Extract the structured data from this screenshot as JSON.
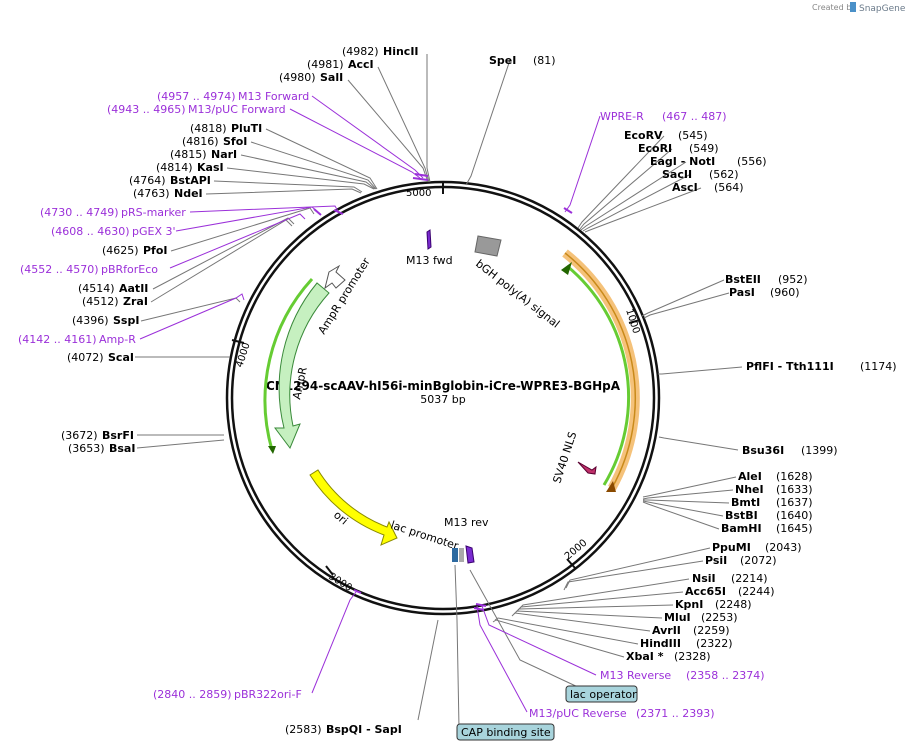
{
  "plasmid": {
    "name": "CN1294-scAAV-hI56i-minBglobin-iCre-WPRE3-BGHpA",
    "size": "5037 bp"
  },
  "credit": {
    "created_by": "Created by",
    "brand": "SnapGene"
  },
  "ticks": [
    "1000",
    "2000",
    "3000",
    "4000",
    "5000"
  ],
  "features": {
    "m13fwd": "M13 fwd",
    "bgh": "bGH poly(A) signal",
    "ampr_promoter": "AmpR promoter",
    "ampr": "AmpR",
    "ori": "ori",
    "lac_promoter": "lac promoter",
    "m13rev": "M13 rev",
    "sv40": "SV40 NLS",
    "lac_operator": "lac operator",
    "cap": "CAP binding site"
  },
  "enzymes": [
    {
      "pos": "(4982)",
      "name": "HincII"
    },
    {
      "pos": "(4981)",
      "name": "AccI"
    },
    {
      "pos": "(4980)",
      "name": "SalI"
    },
    {
      "pos": "(4818)",
      "name": "PluTI"
    },
    {
      "pos": "(4816)",
      "name": "SfoI"
    },
    {
      "pos": "(4815)",
      "name": "NarI"
    },
    {
      "pos": "(4814)",
      "name": "KasI"
    },
    {
      "pos": "(4764)",
      "name": "BstAPI"
    },
    {
      "pos": "(4763)",
      "name": "NdeI"
    },
    {
      "pos": "(4625)",
      "name": "PfoI"
    },
    {
      "pos": "(4514)",
      "name": "AatII"
    },
    {
      "pos": "(4512)",
      "name": "ZraI"
    },
    {
      "pos": "(4396)",
      "name": "SspI"
    },
    {
      "pos": "(4072)",
      "name": "ScaI"
    },
    {
      "pos": "(3672)",
      "name": "BsrFI"
    },
    {
      "pos": "(3653)",
      "name": "BsaI"
    },
    {
      "pos": "(2583)",
      "name": "BspQI  - SapI"
    },
    {
      "pos": "(81)",
      "name": "SpeI"
    },
    {
      "pos": "(545)",
      "name": "EcoRV"
    },
    {
      "pos": "(549)",
      "name": "EcoRI"
    },
    {
      "pos": "(556)",
      "name": "EagI  - NotI"
    },
    {
      "pos": "(562)",
      "name": "SacII"
    },
    {
      "pos": "(564)",
      "name": "AscI"
    },
    {
      "pos": "(952)",
      "name": "BstEII"
    },
    {
      "pos": "(960)",
      "name": "PasI"
    },
    {
      "pos": "(1174)",
      "name": "PflFI  - Tth111I"
    },
    {
      "pos": "(1399)",
      "name": "Bsu36I"
    },
    {
      "pos": "(1628)",
      "name": "AleI"
    },
    {
      "pos": "(1633)",
      "name": "NheI"
    },
    {
      "pos": "(1637)",
      "name": "BmtI"
    },
    {
      "pos": "(1640)",
      "name": "BstBI"
    },
    {
      "pos": "(1645)",
      "name": "BamHI"
    },
    {
      "pos": "(2043)",
      "name": "PpuMI"
    },
    {
      "pos": "(2072)",
      "name": "PsiI"
    },
    {
      "pos": "(2214)",
      "name": "NsiI"
    },
    {
      "pos": "(2244)",
      "name": "Acc65I"
    },
    {
      "pos": "(2248)",
      "name": "KpnI"
    },
    {
      "pos": "(2253)",
      "name": "MluI"
    },
    {
      "pos": "(2259)",
      "name": "AvrII"
    },
    {
      "pos": "(2322)",
      "name": "HindIII"
    },
    {
      "pos": "(2328)",
      "name": "XbaI *"
    }
  ],
  "primers": [
    {
      "range": "(4957 .. 4974)",
      "name": "M13 Forward"
    },
    {
      "range": "(4943 .. 4965)",
      "name": "M13/pUC Forward"
    },
    {
      "range": "(4730 .. 4749)",
      "name": "pRS-marker"
    },
    {
      "range": "(4608 .. 4630)",
      "name": "pGEX 3'"
    },
    {
      "range": "(4552 .. 4570)",
      "name": "pBRforEco"
    },
    {
      "range": "(4142 .. 4161)",
      "name": "Amp-R"
    },
    {
      "range": "(2840 .. 2859)",
      "name": "pBR322ori-F"
    },
    {
      "range": "(467 .. 487)",
      "name": "WPRE-R"
    },
    {
      "range": "(2358 .. 2374)",
      "name": "M13 Reverse"
    },
    {
      "range": "(2371 .. 2393)",
      "name": "M13/pUC Reverse"
    }
  ]
}
